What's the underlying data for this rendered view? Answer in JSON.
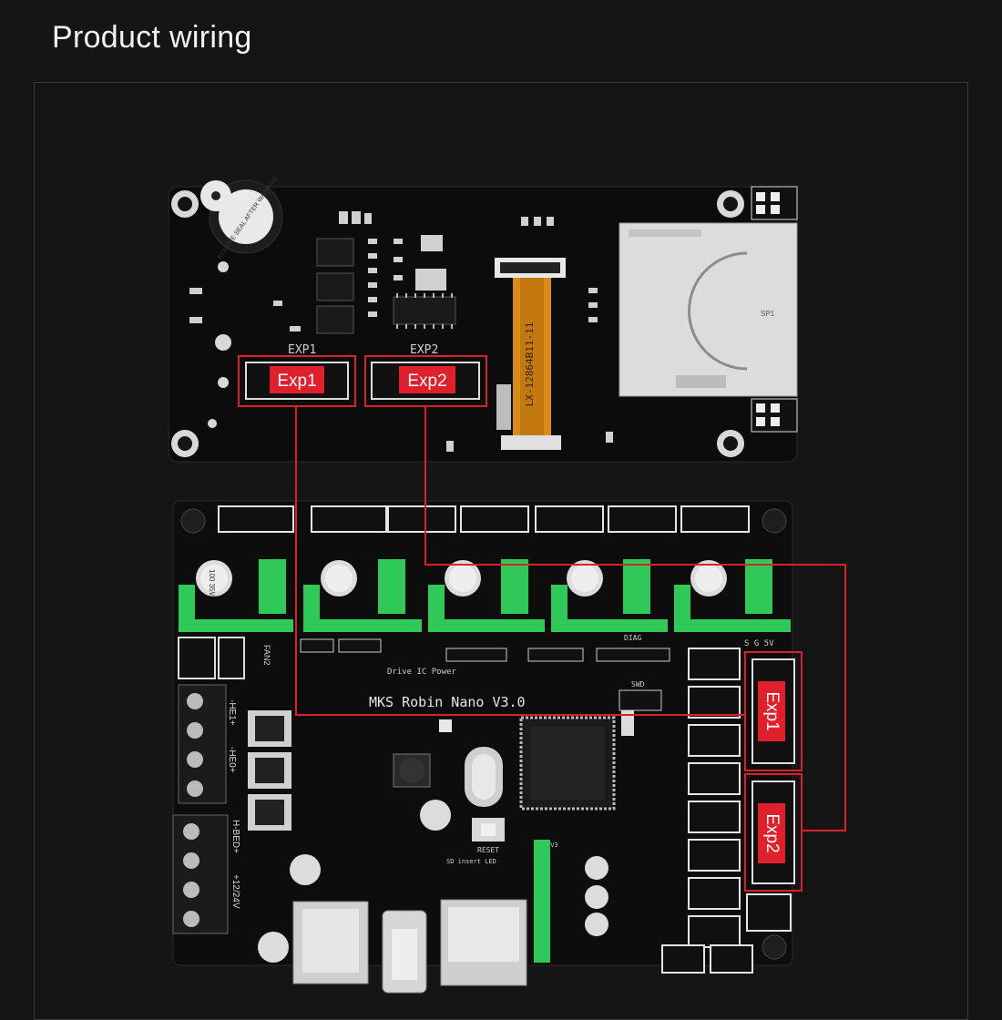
{
  "page": {
    "title": "Product wiring"
  },
  "lcd": {
    "exp1_silk": "EXP1",
    "exp2_silk": "EXP2",
    "exp1_label": "Exp1",
    "exp2_label": "Exp2",
    "buzzer_text": "REMOVE SEAL AFTER WASHING",
    "flex_text": "LX-12864B11-11",
    "sd_label": "SP1"
  },
  "board": {
    "name": "MKS Robin Nano V3.0",
    "exp1_label": "Exp1",
    "exp2_label": "Exp2",
    "drive_text": "Drive IC Power",
    "reset_text": "RESET",
    "diag_text": "DIAG",
    "swd_text": "SWD",
    "fan2_text": "FAN2",
    "he1_text": "-HE1+",
    "he0_text": "-HE0+",
    "bed_text": "H-BED+",
    "power_text": "+12/24V",
    "sd_led_text": "SD insert LED",
    "jumper_text": "3V3",
    "sg5v_text": "S G 5V",
    "cap_text": "100 35V"
  },
  "colors": {
    "wire": "#d9202b",
    "label_bg": "#e0202b",
    "pcb": "#0d0d0d",
    "connector_green": "#2ec956"
  }
}
